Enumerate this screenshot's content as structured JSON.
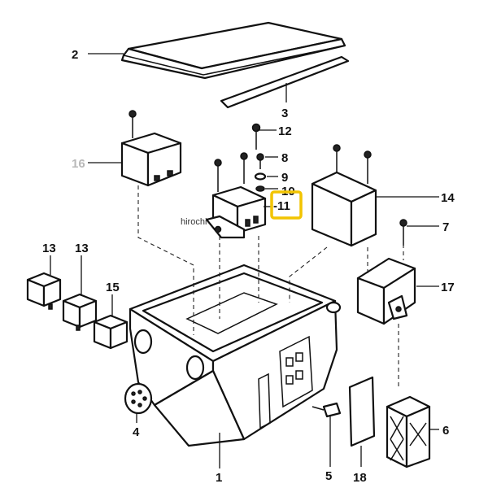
{
  "callouts": {
    "c1": "1",
    "c2": "2",
    "c3": "3",
    "c4": "4",
    "c5": "5",
    "c6": "6",
    "c7": "7",
    "c8": "8",
    "c9": "9",
    "c10": "10",
    "c11": "-11",
    "c12": "12",
    "c13a": "13",
    "c13b": "13",
    "c14": "14",
    "c15": "15",
    "c16": "16",
    "c17": "17",
    "c18": "18"
  },
  "watermark": "hirochi",
  "colors": {
    "highlight": "#f2c400",
    "ink": "#111111",
    "muted_label": "#b8b8b8"
  }
}
